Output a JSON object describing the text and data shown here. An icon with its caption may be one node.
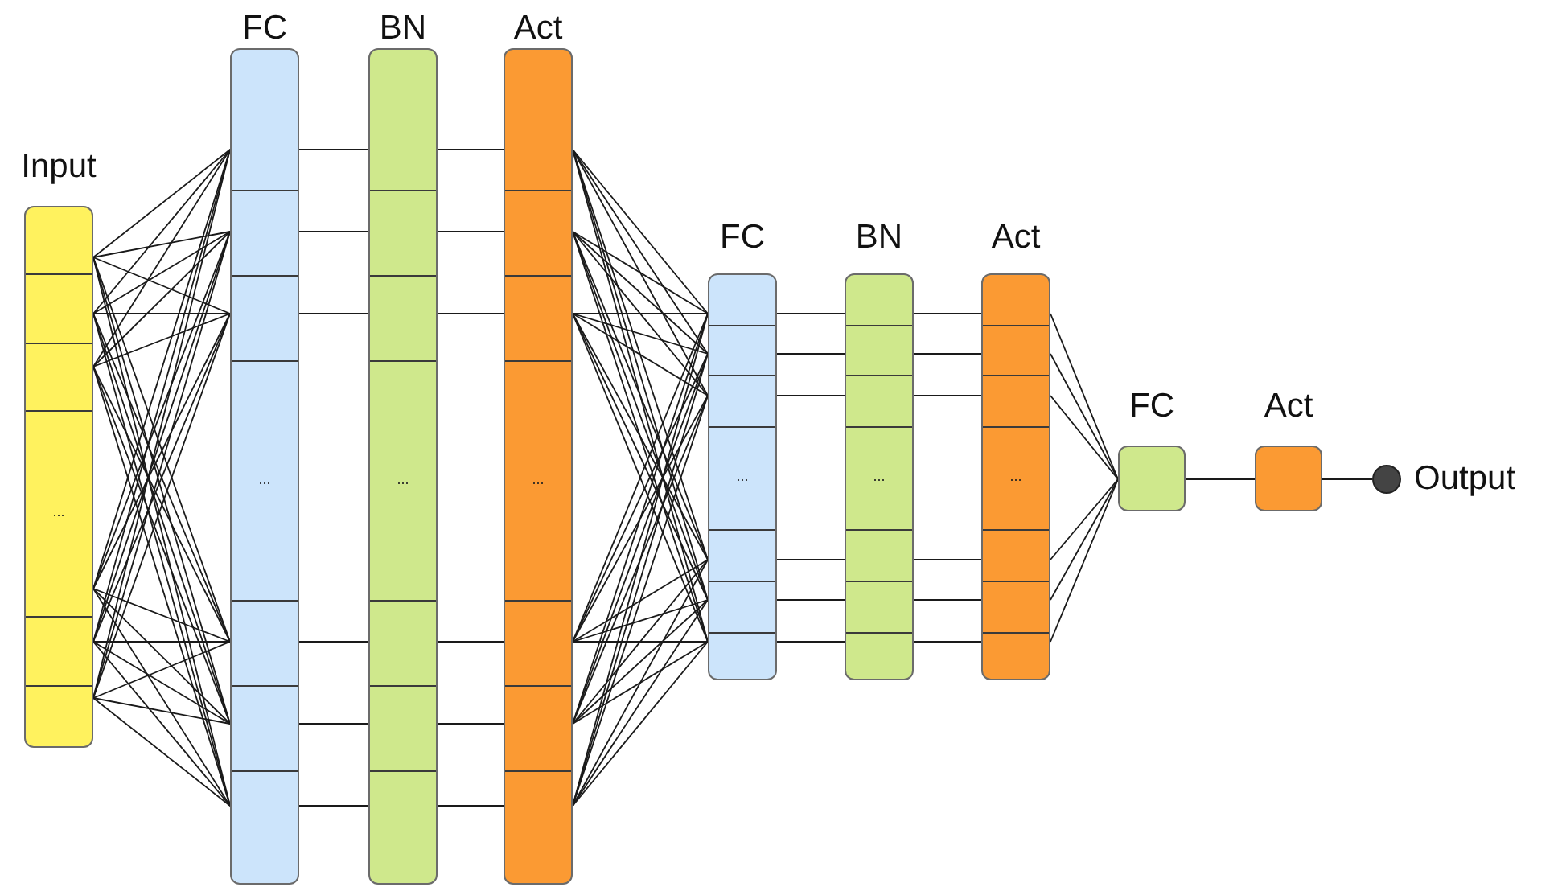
{
  "diagram": {
    "nodes": [
      {
        "text": [
          "Input",
          "..."
        ]
      },
      {
        "text": [
          "FC",
          "..."
        ]
      },
      {
        "text": [
          "BN",
          "..."
        ]
      },
      {
        "text": [
          "Act",
          "..."
        ]
      },
      {
        "text": [
          "FC",
          "..."
        ]
      },
      {
        "text": [
          "BN",
          "..."
        ]
      },
      {
        "text": [
          "Act",
          "..."
        ]
      },
      {
        "text": [
          "FC"
        ]
      },
      {
        "text": [
          "Act"
        ]
      },
      {
        "text": [],
        "shape": "circle",
        "beside": [
          "Output"
        ]
      }
    ],
    "edges": [
      {
        "from": 0,
        "to": 1,
        "arrow": "none"
      },
      {
        "from": 0,
        "to": 1,
        "arrow": "none"
      },
      {
        "from": 0,
        "to": 1,
        "arrow": "none"
      },
      {
        "from": 0,
        "to": 1,
        "arrow": "none"
      },
      {
        "from": 0,
        "to": 1,
        "arrow": "none"
      },
      {
        "from": 0,
        "to": 1,
        "arrow": "none"
      },
      {
        "from": 0,
        "to": 1,
        "arrow": "none"
      },
      {
        "from": 0,
        "to": 1,
        "arrow": "none"
      },
      {
        "from": 0,
        "to": 1,
        "arrow": "none"
      },
      {
        "from": 0,
        "to": 1,
        "arrow": "none"
      },
      {
        "from": 0,
        "to": 1,
        "arrow": "none"
      },
      {
        "from": 0,
        "to": 1,
        "arrow": "none"
      },
      {
        "from": 0,
        "to": 1,
        "arrow": "none"
      },
      {
        "from": 0,
        "to": 1,
        "arrow": "none"
      },
      {
        "from": 0,
        "to": 1,
        "arrow": "none"
      },
      {
        "from": 0,
        "to": 1,
        "arrow": "none"
      },
      {
        "from": 0,
        "to": 1,
        "arrow": "none"
      },
      {
        "from": 0,
        "to": 1,
        "arrow": "none"
      },
      {
        "from": 0,
        "to": 1,
        "arrow": "none"
      },
      {
        "from": 0,
        "to": 1,
        "arrow": "none"
      },
      {
        "from": 0,
        "to": 1,
        "arrow": "none"
      },
      {
        "from": 0,
        "to": 1,
        "arrow": "none"
      },
      {
        "from": 0,
        "to": 1,
        "arrow": "none"
      },
      {
        "from": 0,
        "to": 1,
        "arrow": "none"
      },
      {
        "from": 0,
        "to": 1,
        "arrow": "none"
      },
      {
        "from": 0,
        "to": 1,
        "arrow": "none"
      },
      {
        "from": 0,
        "to": 1,
        "arrow": "none"
      },
      {
        "from": 0,
        "to": 1,
        "arrow": "none"
      },
      {
        "from": 0,
        "to": 1,
        "arrow": "none"
      },
      {
        "from": 0,
        "to": 1,
        "arrow": "none"
      },
      {
        "from": 0,
        "to": 1,
        "arrow": "none"
      },
      {
        "from": 0,
        "to": 1,
        "arrow": "none"
      },
      {
        "from": 0,
        "to": 1,
        "arrow": "none"
      },
      {
        "from": 0,
        "to": 1,
        "arrow": "none"
      },
      {
        "from": 0,
        "to": 1,
        "arrow": "none"
      },
      {
        "from": 0,
        "to": 1,
        "arrow": "none"
      },
      {
        "from": 1,
        "to": 2,
        "arrow": "none"
      },
      {
        "from": 1,
        "to": 2,
        "arrow": "none"
      },
      {
        "from": 1,
        "to": 2,
        "arrow": "none"
      },
      {
        "from": 1,
        "to": 2,
        "arrow": "none"
      },
      {
        "from": 1,
        "to": 2,
        "arrow": "none"
      },
      {
        "from": 1,
        "to": 2,
        "arrow": "none"
      },
      {
        "from": 2,
        "to": 3,
        "arrow": "none"
      },
      {
        "from": 2,
        "to": 3,
        "arrow": "none"
      },
      {
        "from": 2,
        "to": 3,
        "arrow": "none"
      },
      {
        "from": 2,
        "to": 3,
        "arrow": "none"
      },
      {
        "from": 2,
        "to": 3,
        "arrow": "none"
      },
      {
        "from": 2,
        "to": 3,
        "arrow": "none"
      },
      {
        "from": 3,
        "to": 4,
        "arrow": "none"
      },
      {
        "from": 3,
        "to": 4,
        "arrow": "none"
      },
      {
        "from": 3,
        "to": 4,
        "arrow": "none"
      },
      {
        "from": 3,
        "to": 4,
        "arrow": "none"
      },
      {
        "from": 3,
        "to": 4,
        "arrow": "none"
      },
      {
        "from": 3,
        "to": 4,
        "arrow": "none"
      },
      {
        "from": 3,
        "to": 4,
        "arrow": "none"
      },
      {
        "from": 3,
        "to": 4,
        "arrow": "none"
      },
      {
        "from": 3,
        "to": 4,
        "arrow": "none"
      },
      {
        "from": 3,
        "to": 4,
        "arrow": "none"
      },
      {
        "from": 3,
        "to": 4,
        "arrow": "none"
      },
      {
        "from": 3,
        "to": 4,
        "arrow": "none"
      },
      {
        "from": 3,
        "to": 4,
        "arrow": "none"
      },
      {
        "from": 3,
        "to": 4,
        "arrow": "none"
      },
      {
        "from": 3,
        "to": 4,
        "arrow": "none"
      },
      {
        "from": 3,
        "to": 4,
        "arrow": "none"
      },
      {
        "from": 3,
        "to": 4,
        "arrow": "none"
      },
      {
        "from": 3,
        "to": 4,
        "arrow": "none"
      },
      {
        "from": 3,
        "to": 4,
        "arrow": "none"
      },
      {
        "from": 3,
        "to": 4,
        "arrow": "none"
      },
      {
        "from": 3,
        "to": 4,
        "arrow": "none"
      },
      {
        "from": 3,
        "to": 4,
        "arrow": "none"
      },
      {
        "from": 3,
        "to": 4,
        "arrow": "none"
      },
      {
        "from": 3,
        "to": 4,
        "arrow": "none"
      },
      {
        "from": 3,
        "to": 4,
        "arrow": "none"
      },
      {
        "from": 3,
        "to": 4,
        "arrow": "none"
      },
      {
        "from": 3,
        "to": 4,
        "arrow": "none"
      },
      {
        "from": 3,
        "to": 4,
        "arrow": "none"
      },
      {
        "from": 3,
        "to": 4,
        "arrow": "none"
      },
      {
        "from": 3,
        "to": 4,
        "arrow": "none"
      },
      {
        "from": 3,
        "to": 4,
        "arrow": "none"
      },
      {
        "from": 3,
        "to": 4,
        "arrow": "none"
      },
      {
        "from": 3,
        "to": 4,
        "arrow": "none"
      },
      {
        "from": 3,
        "to": 4,
        "arrow": "none"
      },
      {
        "from": 3,
        "to": 4,
        "arrow": "none"
      },
      {
        "from": 3,
        "to": 4,
        "arrow": "none"
      },
      {
        "from": 4,
        "to": 5,
        "arrow": "none"
      },
      {
        "from": 4,
        "to": 5,
        "arrow": "none"
      },
      {
        "from": 4,
        "to": 5,
        "arrow": "none"
      },
      {
        "from": 4,
        "to": 5,
        "arrow": "none"
      },
      {
        "from": 4,
        "to": 5,
        "arrow": "none"
      },
      {
        "from": 4,
        "to": 5,
        "arrow": "none"
      },
      {
        "from": 5,
        "to": 6,
        "arrow": "none"
      },
      {
        "from": 5,
        "to": 6,
        "arrow": "none"
      },
      {
        "from": 5,
        "to": 6,
        "arrow": "none"
      },
      {
        "from": 5,
        "to": 6,
        "arrow": "none"
      },
      {
        "from": 5,
        "to": 6,
        "arrow": "none"
      },
      {
        "from": 5,
        "to": 6,
        "arrow": "none"
      },
      {
        "from": 6,
        "to": 7,
        "arrow": "none"
      },
      {
        "from": 6,
        "to": 7,
        "arrow": "none"
      },
      {
        "from": 6,
        "to": 7,
        "arrow": "none"
      },
      {
        "from": 6,
        "to": 7,
        "arrow": "none"
      },
      {
        "from": 6,
        "to": 7,
        "arrow": "none"
      },
      {
        "from": 6,
        "to": 7,
        "arrow": "none"
      },
      {
        "from": 7,
        "to": 8,
        "arrow": "none"
      },
      {
        "from": 8,
        "to": 9,
        "arrow": "none"
      }
    ]
  }
}
